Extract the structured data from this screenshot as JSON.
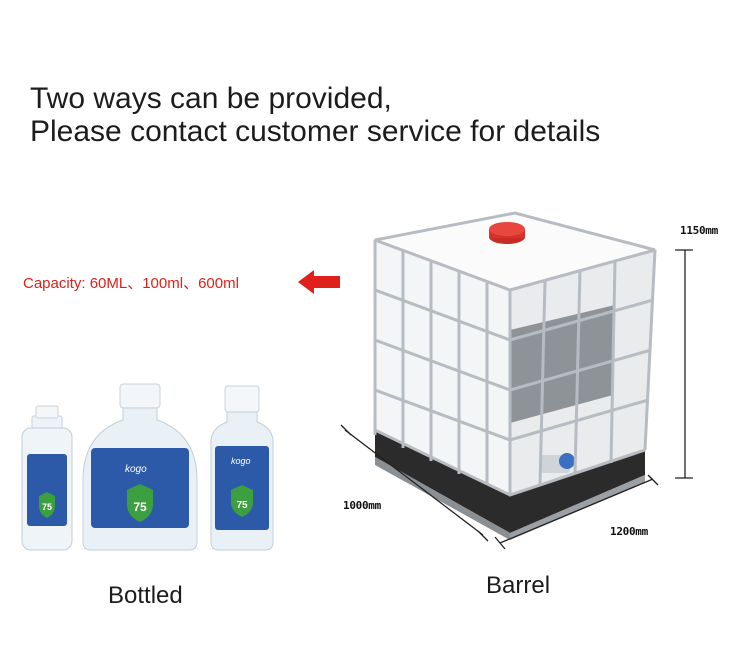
{
  "headline": {
    "line1": "Two ways can be provided,",
    "line2": "Please contact customer service for details"
  },
  "capacity_label": "Capacity: 60ML、100ml、600ml",
  "captions": {
    "bottled": "Bottled",
    "barrel": "Barrel"
  },
  "dimensions": {
    "height": "1150mm",
    "depth": "1000mm",
    "width": "1200mm"
  },
  "bottle_label": {
    "brand": "kogo",
    "number": "75"
  },
  "colors": {
    "accent_red": "#e0201a",
    "label_blue": "#2d5aa8",
    "shield_green": "#3ca040",
    "cap_red": "#d8302a"
  }
}
